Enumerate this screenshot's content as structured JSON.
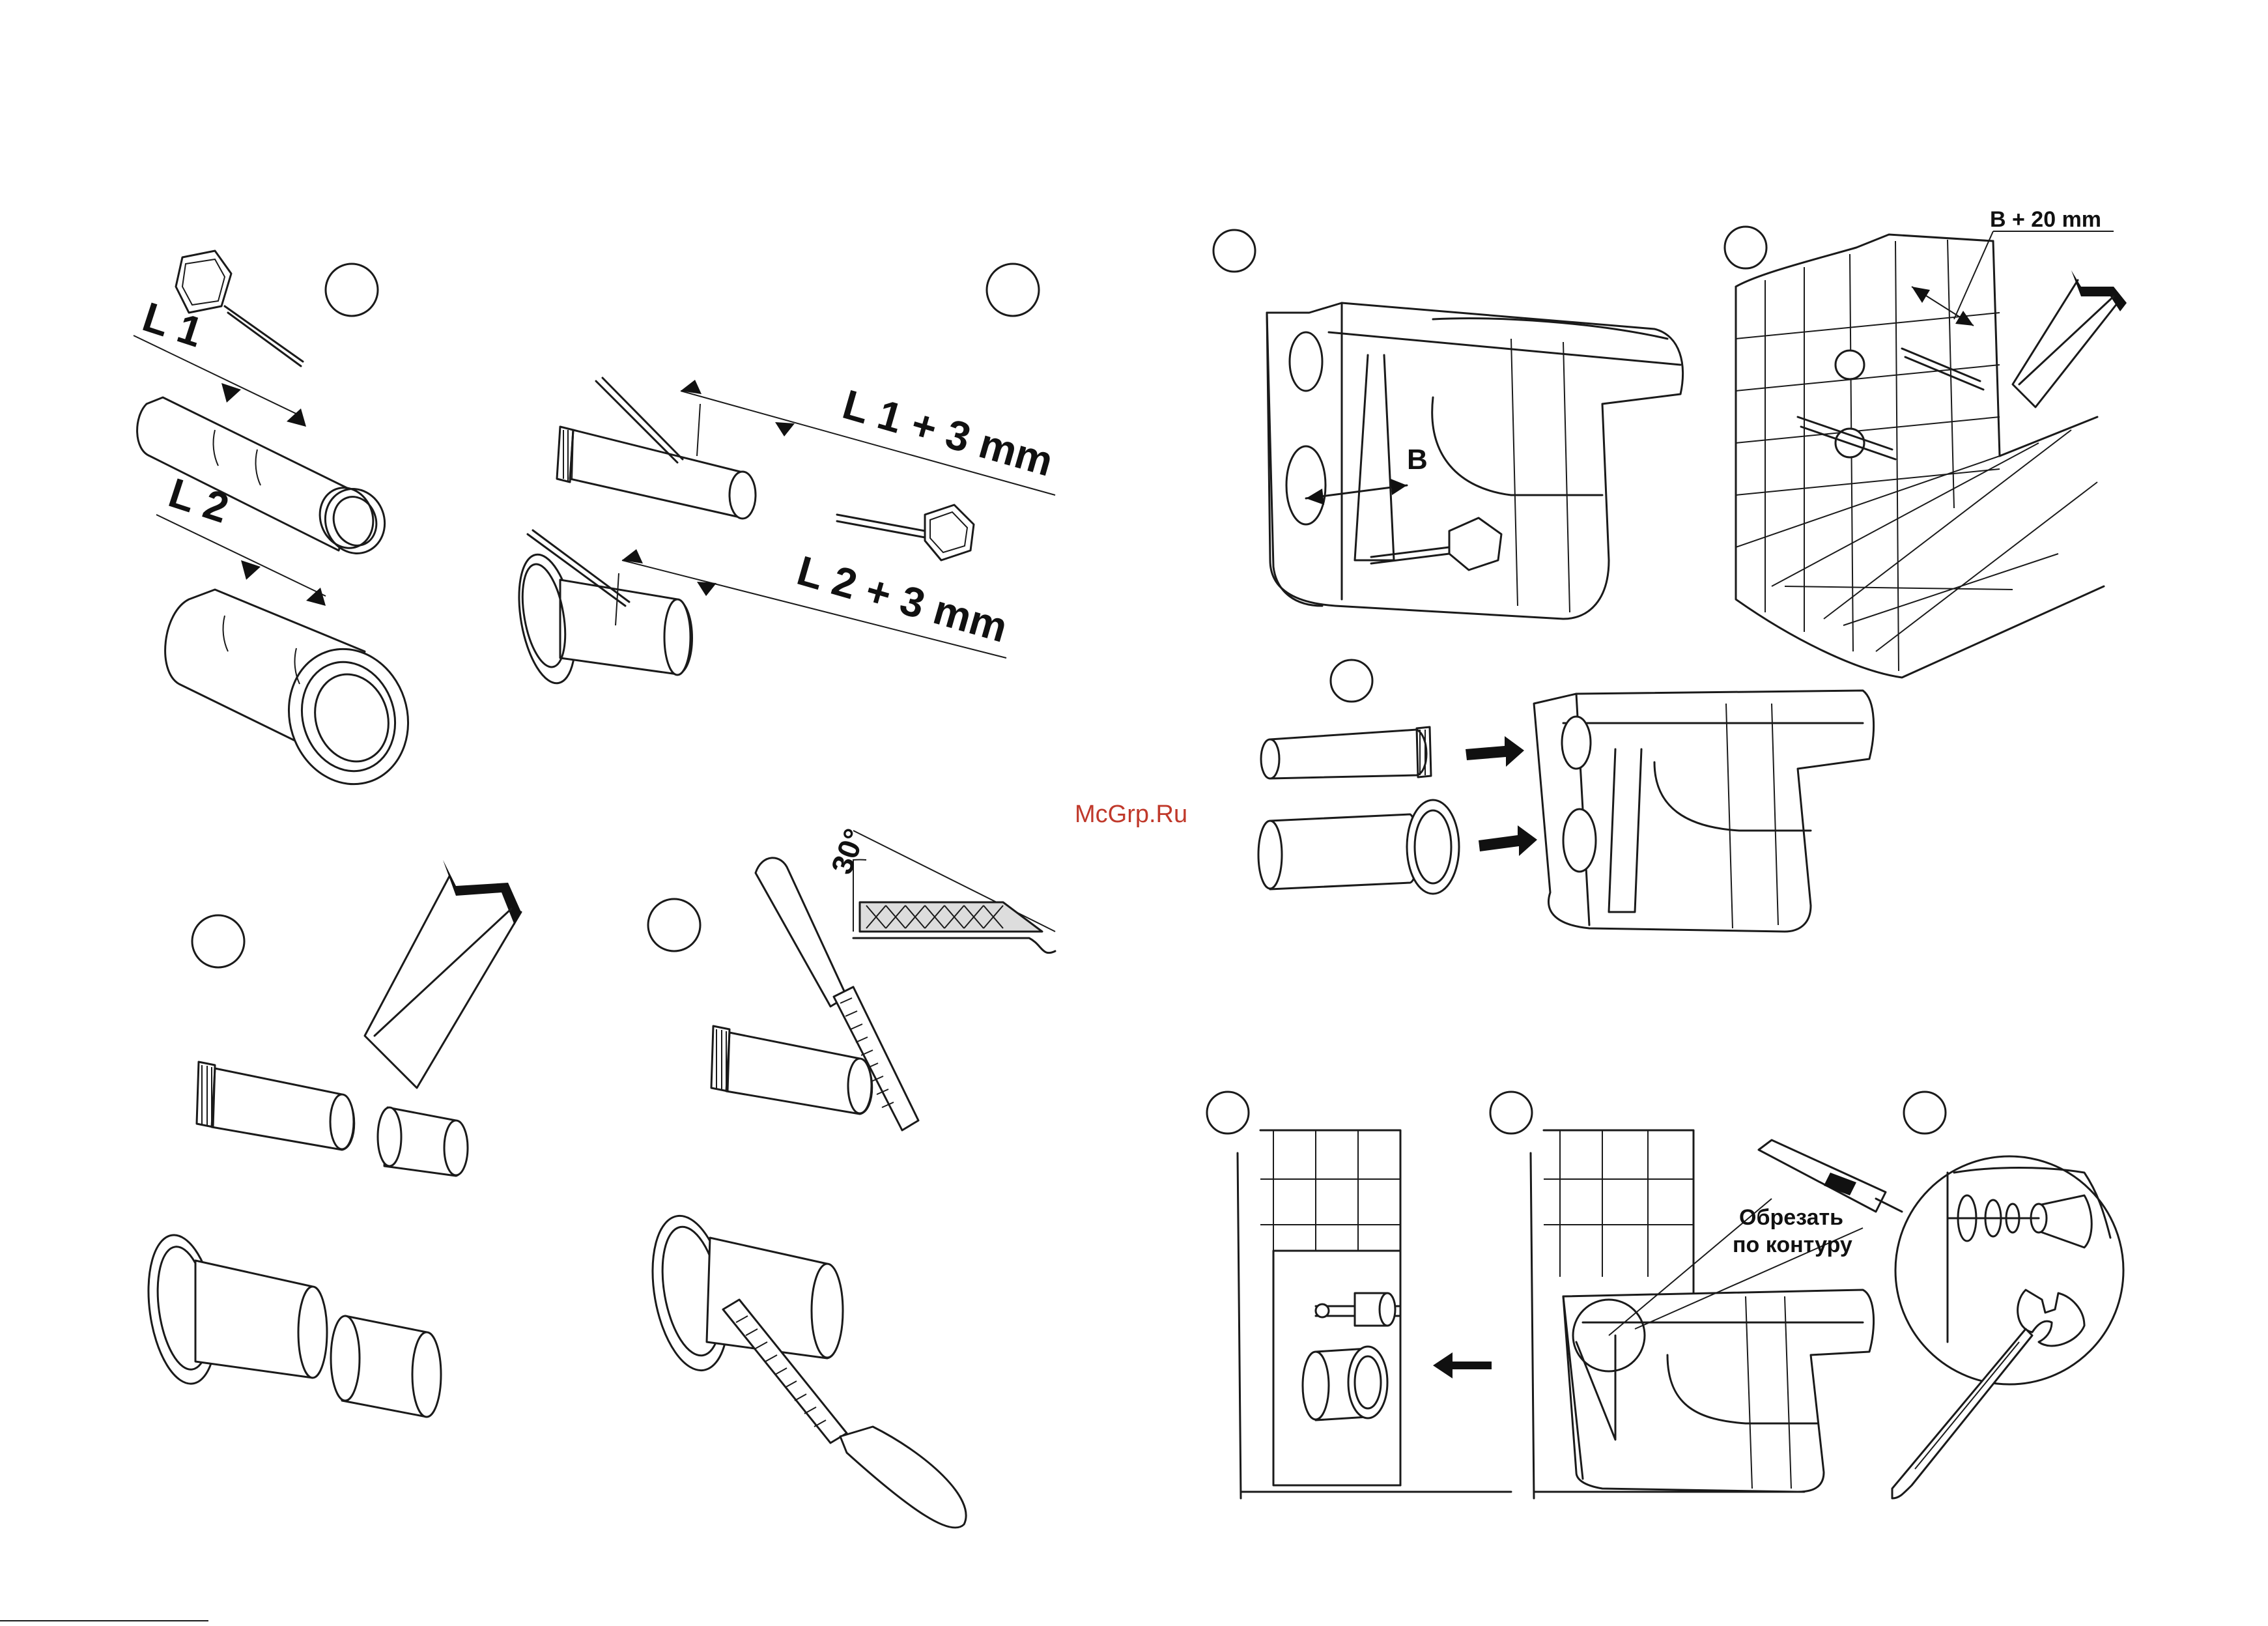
{
  "labels": {
    "l1": "L 1",
    "l2": "L 2",
    "l1_plus": "L 1 + 3 mm",
    "l2_plus": "L 2 + 3 mm",
    "angle": "30°",
    "b": "B",
    "b_plus": "B + 20 mm",
    "cut_line1": "Обрезать",
    "cut_line2": "по контуру"
  },
  "watermark": "McGrp.Ru",
  "colors": {
    "line": "#1a1a1a",
    "watermark": "#c0392b"
  }
}
